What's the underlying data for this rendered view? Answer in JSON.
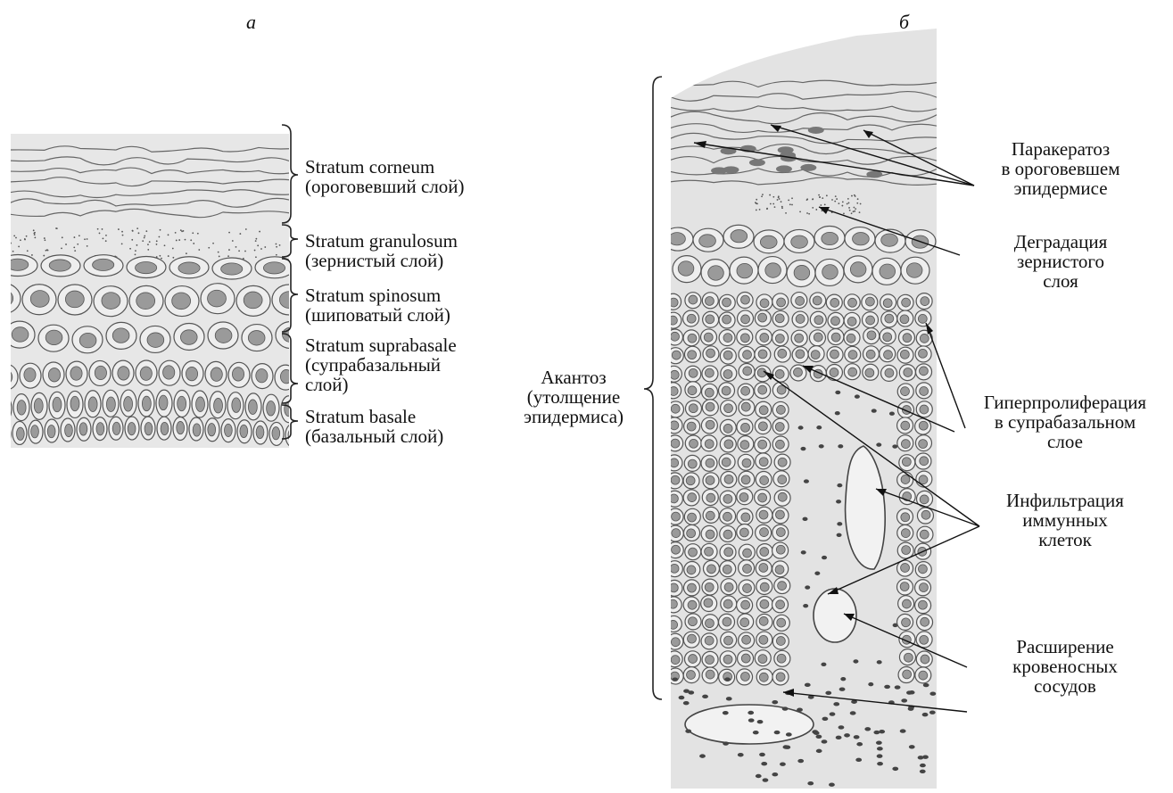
{
  "panels": {
    "a": {
      "letter": "а",
      "layers": [
        {
          "name": "Stratum corneum",
          "translation": "(ороговевший слой)"
        },
        {
          "name": "Stratum granulosum",
          "translation": "(зернистый слой)"
        },
        {
          "name": "Stratum spinosum",
          "translation": "(шиповатый слой)"
        },
        {
          "name": "Stratum suprabasale",
          "translation": "(супрабазальный",
          "extra": "слой)"
        },
        {
          "name": "Stratum basale",
          "translation": "(базальный слой)"
        }
      ]
    },
    "b": {
      "letter": "б",
      "acanthosis": [
        "Акантоз",
        "(утолщение",
        "эпидермиса)"
      ],
      "callouts": {
        "parakeratosis": [
          "Паракератоз",
          "в ороговевшем",
          "эпидермисе"
        ],
        "granular_degradation": [
          "Деградация",
          "зернистого",
          "слоя"
        ],
        "hyperproliferation": [
          "Гиперпролиферация",
          "в супрабазальном",
          "слое"
        ],
        "immune_infiltration": [
          "Инфильтрация",
          "иммунных",
          "клеток"
        ],
        "vessel_dilation": [
          "Расширение",
          "кровеносных",
          "сосудов"
        ]
      }
    }
  }
}
